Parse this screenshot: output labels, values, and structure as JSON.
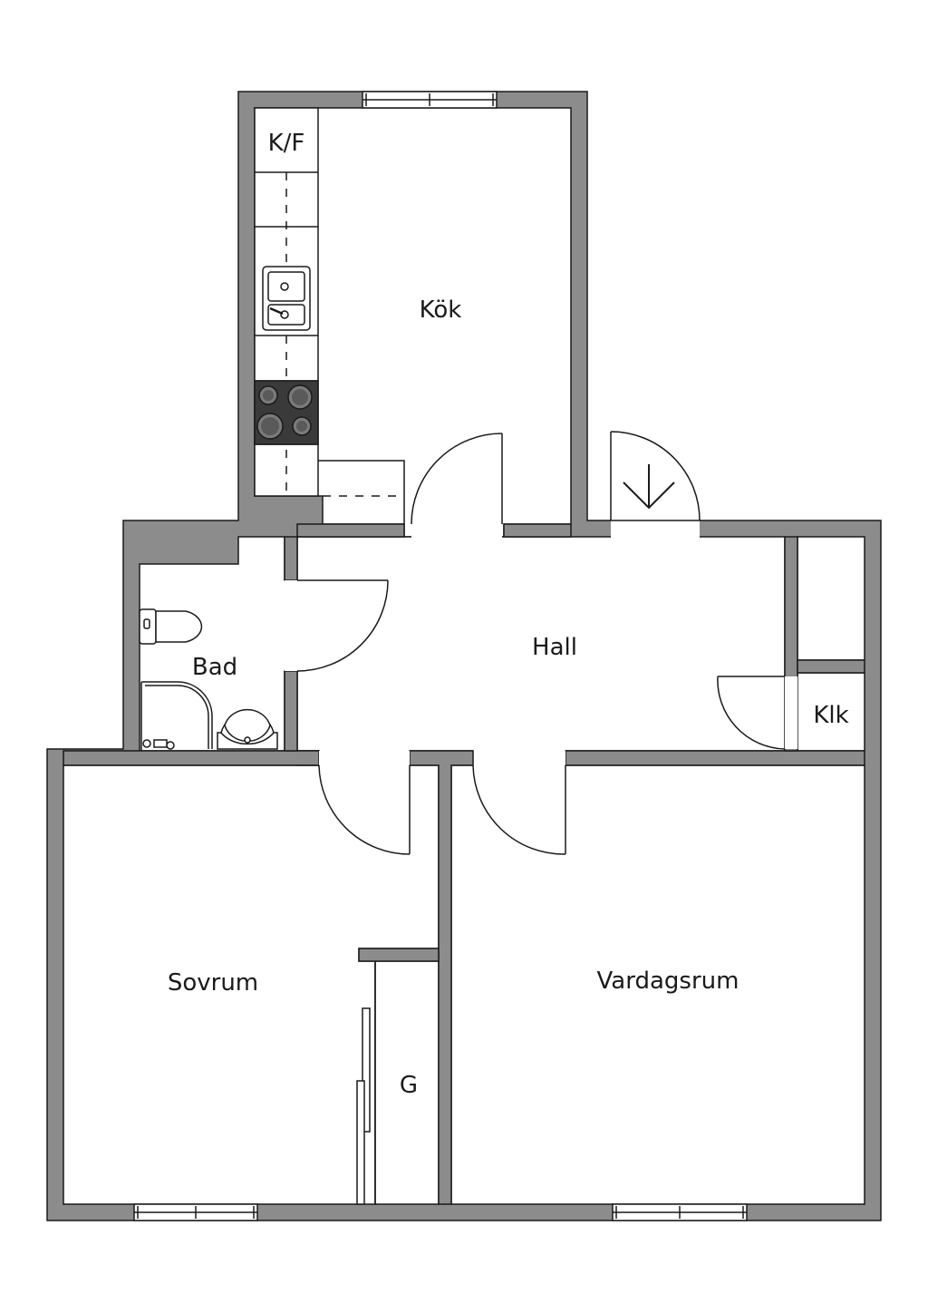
{
  "rooms": {
    "kok": "Kök",
    "kf": "K/F",
    "hall": "Hall",
    "bad": "Bad",
    "klk": "Klk",
    "sovrum": "Sovrum",
    "vardagsrum": "Vardagsrum",
    "g": "G"
  },
  "colors": {
    "wall": "#8c8c8c",
    "line": "#1a1a1a",
    "floor": "#ffffff",
    "stove": "#3a3a3a"
  },
  "icons": [
    "sink-icon",
    "stove-icon",
    "toilet-icon",
    "washbasin-icon",
    "shower-icon",
    "entrance-arrow-icon",
    "window-icon"
  ]
}
